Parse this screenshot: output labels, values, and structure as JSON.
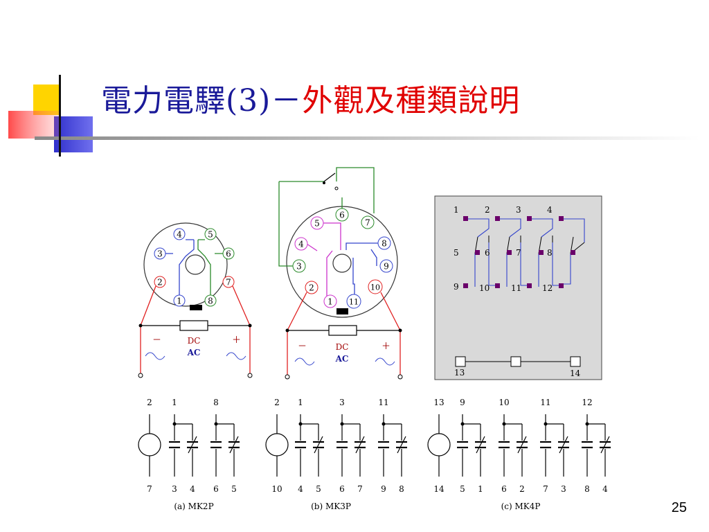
{
  "slide": {
    "title_part1": "電力電驛(3)－",
    "title_part2": "外觀及種類說明",
    "page_number": "25"
  },
  "colors": {
    "title_blue": "#1a1a99",
    "title_red": "#e00000",
    "coil_red": "#e02020",
    "wire_blue": "#3344cc",
    "wire_green": "#2a8a2a",
    "wire_magenta": "#cc33cc",
    "terminal_purple": "#6a006a",
    "panel_gray": "#d9d9d9"
  },
  "socket_mk2p": {
    "pins": [
      "1",
      "2",
      "3",
      "4",
      "5",
      "6",
      "7",
      "8"
    ],
    "dc_minus": "－",
    "dc_plus": "＋",
    "dc_label": "DC",
    "ac_label": "AC"
  },
  "socket_mk3p": {
    "pins": [
      "1",
      "2",
      "3",
      "4",
      "5",
      "6",
      "7",
      "8",
      "9",
      "10",
      "11"
    ],
    "dc_minus": "－",
    "dc_plus": "＋",
    "dc_label": "DC",
    "ac_label": "AC"
  },
  "mk4p_panel": {
    "row1": [
      "1",
      "2",
      "3",
      "4"
    ],
    "row2": [
      "5",
      "6",
      "7",
      "8"
    ],
    "row3": [
      "9",
      "10",
      "11",
      "12"
    ],
    "bottom": [
      "13",
      "14"
    ]
  },
  "schematics": [
    {
      "caption": "(a) MK2P",
      "top": [
        "2",
        "1",
        "8"
      ],
      "bottom": [
        "7",
        "3",
        "4",
        "6",
        "5"
      ]
    },
    {
      "caption": "(b) MK3P",
      "top": [
        "2",
        "1",
        "3",
        "11"
      ],
      "bottom": [
        "10",
        "4",
        "5",
        "6",
        "7",
        "9",
        "8"
      ]
    },
    {
      "caption": "(c) MK4P",
      "top": [
        "13",
        "9",
        "10",
        "11",
        "12"
      ],
      "bottom": [
        "14",
        "5",
        "1",
        "6",
        "2",
        "7",
        "3",
        "8",
        "4"
      ]
    }
  ]
}
